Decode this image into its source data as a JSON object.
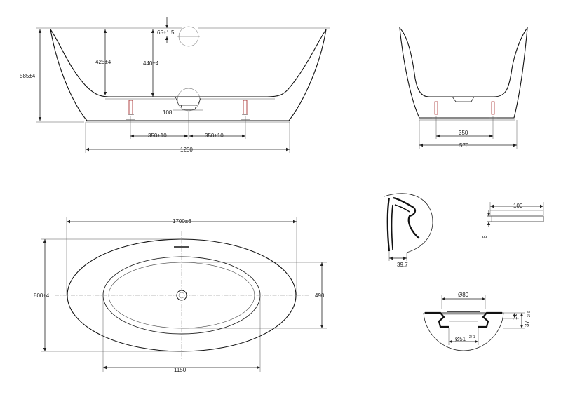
{
  "side_view": {
    "overflow_offset": "65±1.5",
    "depth_overflow": "425±4",
    "depth_total": "440±4",
    "height": "585±4",
    "drain_height": "108",
    "leg_left": "350±10",
    "leg_right": "350±10",
    "length": "1250"
  },
  "end_view": {
    "leg_span": "350",
    "width": "570"
  },
  "top_view": {
    "length": "1700±6",
    "width": "800±4",
    "inner_width": "490",
    "inner_length": "1150"
  },
  "rim_section": {
    "thickness": "39.7"
  },
  "foot_detail": {
    "length": "100",
    "thickness": "6"
  },
  "drain_detail": {
    "top_diameter": "Ø80",
    "bottom_diameter": "Ø51",
    "bottom_tolerance": "+2/-1",
    "flange": "12",
    "height": "37",
    "height_tolerance": "+2/-0"
  }
}
